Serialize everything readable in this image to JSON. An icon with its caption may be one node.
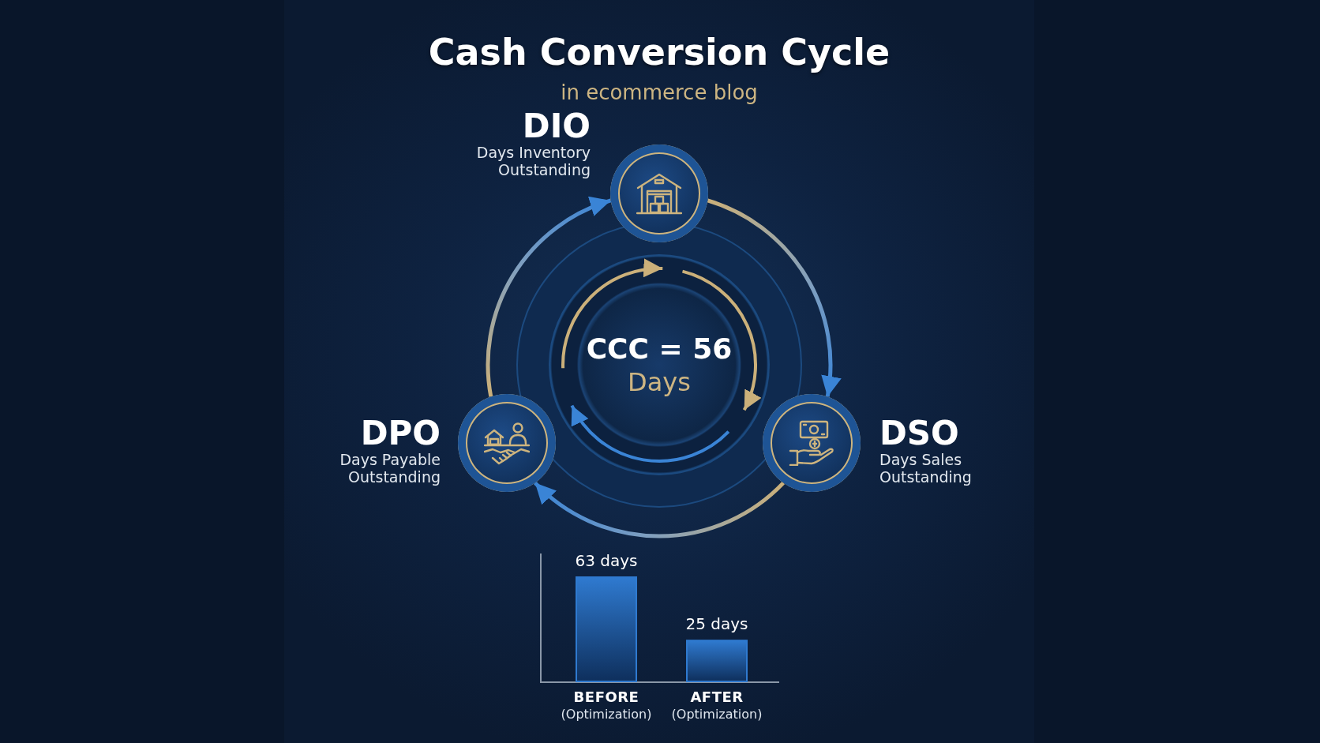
{
  "diagram": {
    "title": "Cash Conversion Cycle",
    "nodes": [
      {
        "text": [
          "DIO",
          "Days Inventory Outstanding"
        ]
      },
      {
        "text": [
          "CCC = 56",
          "Days"
        ]
      },
      {
        "text": [
          "DPO",
          "Days Payable Outstanding"
        ]
      },
      {
        "text": [
          "DSO",
          "Days Sales Outstanding"
        ]
      }
    ],
    "edges": [
      {
        "from": 2,
        "to": 0,
        "arrow": "to"
      },
      {
        "from": 0,
        "to": 3,
        "arrow": "to"
      },
      {
        "from": 3,
        "to": 2,
        "arrow": "to"
      }
    ],
    "labels": [
      "in ecommerce blog"
    ],
    "chart_data": {
      "type": "bar",
      "categories": [
        "**BEFORE** (Optimization)",
        "**AFTER** (Optimization)"
      ],
      "values": [
        63,
        25
      ],
      "value_labels": [
        "63 days",
        "25 days"
      ]
    }
  }
}
